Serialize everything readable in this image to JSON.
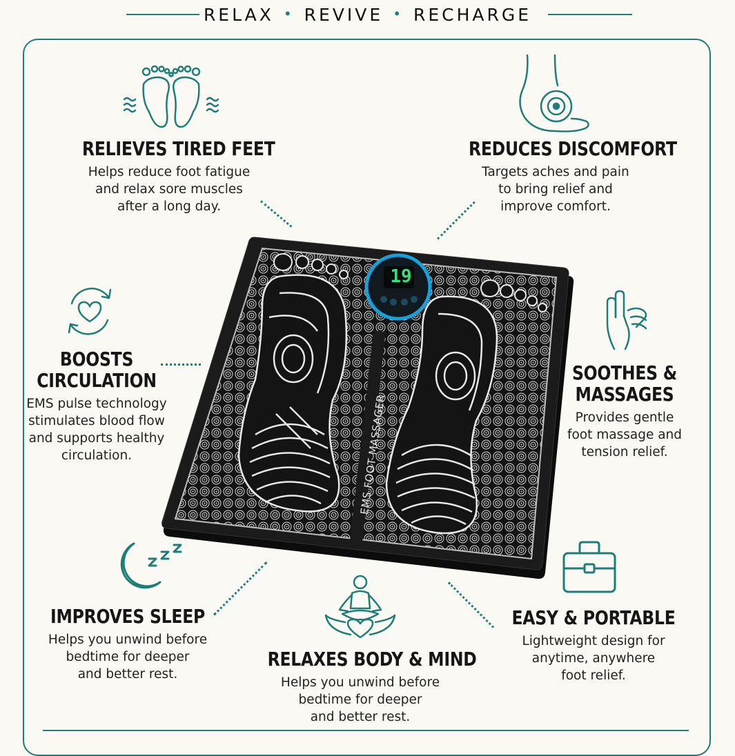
{
  "tagline": {
    "words": [
      "RELAX",
      "REVIVE",
      "RECHARGE"
    ],
    "separator": "•"
  },
  "features": {
    "tired_feet": {
      "title": "RELIEVES TIRED FEET",
      "desc": "Helps reduce foot fatigue\nand relax sore muscles\nafter a long day."
    },
    "discomfort": {
      "title": "REDUCES DISCOMFORT",
      "desc": "Targets aches and pain\nto bring relief and\nimprove comfort."
    },
    "circulation": {
      "title": "BOOSTS\nCIRCULATION",
      "desc": "EMS pulse technology\nstimulates blood flow\nand supports healthy\ncirculation."
    },
    "soothes": {
      "title": "SOOTHES &\nMASSAGES",
      "desc": "Provides gentle\nfoot massage and\ntension relief."
    },
    "sleep": {
      "title": "IMPROVES SLEEP",
      "desc": "Helps you unwind before\nbedtime for deeper\nand better rest."
    },
    "body_mind": {
      "title": "RELAXES BODY & MIND",
      "desc": "Helps you unwind before\nbedtime for deeper\nand better rest."
    },
    "portable": {
      "title": "EASY & PORTABLE",
      "desc": "Lightweight design for\nanytime, anywhere\nfoot relief."
    }
  },
  "product": {
    "label": "EMS FOOT MASSAGER",
    "display_value": "19",
    "display_color": "#37e07a",
    "ring_color": "#1aa0d8"
  },
  "colors": {
    "accent": "#1f7d78",
    "background": "#fbf9f3",
    "text": "#161616"
  },
  "icons": {
    "tired_feet": "footprints-icon",
    "discomfort": "heel-pain-icon",
    "circulation": "heart-cycle-icon",
    "soothes": "massage-hands-icon",
    "sleep": "moon-zzz-icon",
    "body_mind": "meditation-icon",
    "portable": "briefcase-icon"
  }
}
